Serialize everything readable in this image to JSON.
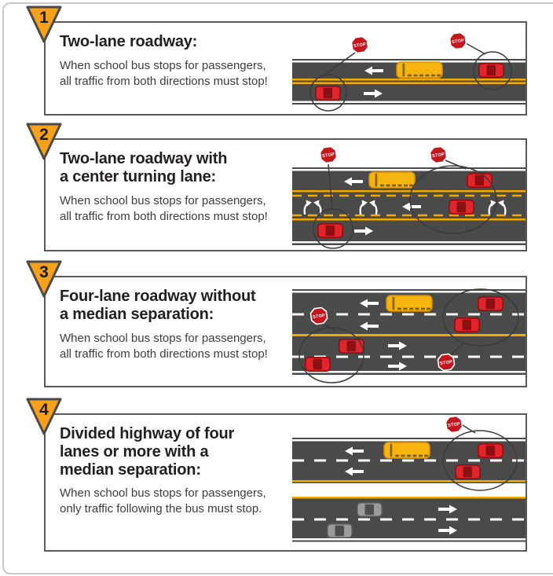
{
  "labels": {
    "stop": "STOP"
  },
  "colors": {
    "road": "#4a4a4a",
    "lane_yellow": "#f2a900",
    "lane_white": "#ffffff",
    "marker_orange": "#f7a11a",
    "stop_sign_red": "#c4161c",
    "car_red": "#e0262b",
    "car_gray": "#9b9b9b",
    "bus_yellow": "#f6b40f",
    "panel_border": "#58595b"
  },
  "panels": [
    {
      "number": "1",
      "title": "Two-lane roadway:",
      "description": "When school bus stops for passengers,\nall traffic from both directions must stop!"
    },
    {
      "number": "2",
      "title": "Two-lane roadway with\na center turning lane:",
      "description": "When school bus stops for passengers,\nall traffic from both directions must stop!"
    },
    {
      "number": "3",
      "title": "Four-lane roadway without\na median separation:",
      "description": "When school bus stops for passengers,\nall traffic from both directions must stop!"
    },
    {
      "number": "4",
      "title": "Divided highway of four\nlanes or more with a\nmedian separation:",
      "description": "When school bus stops for passengers,\nonly traffic following the bus must stop."
    }
  ]
}
